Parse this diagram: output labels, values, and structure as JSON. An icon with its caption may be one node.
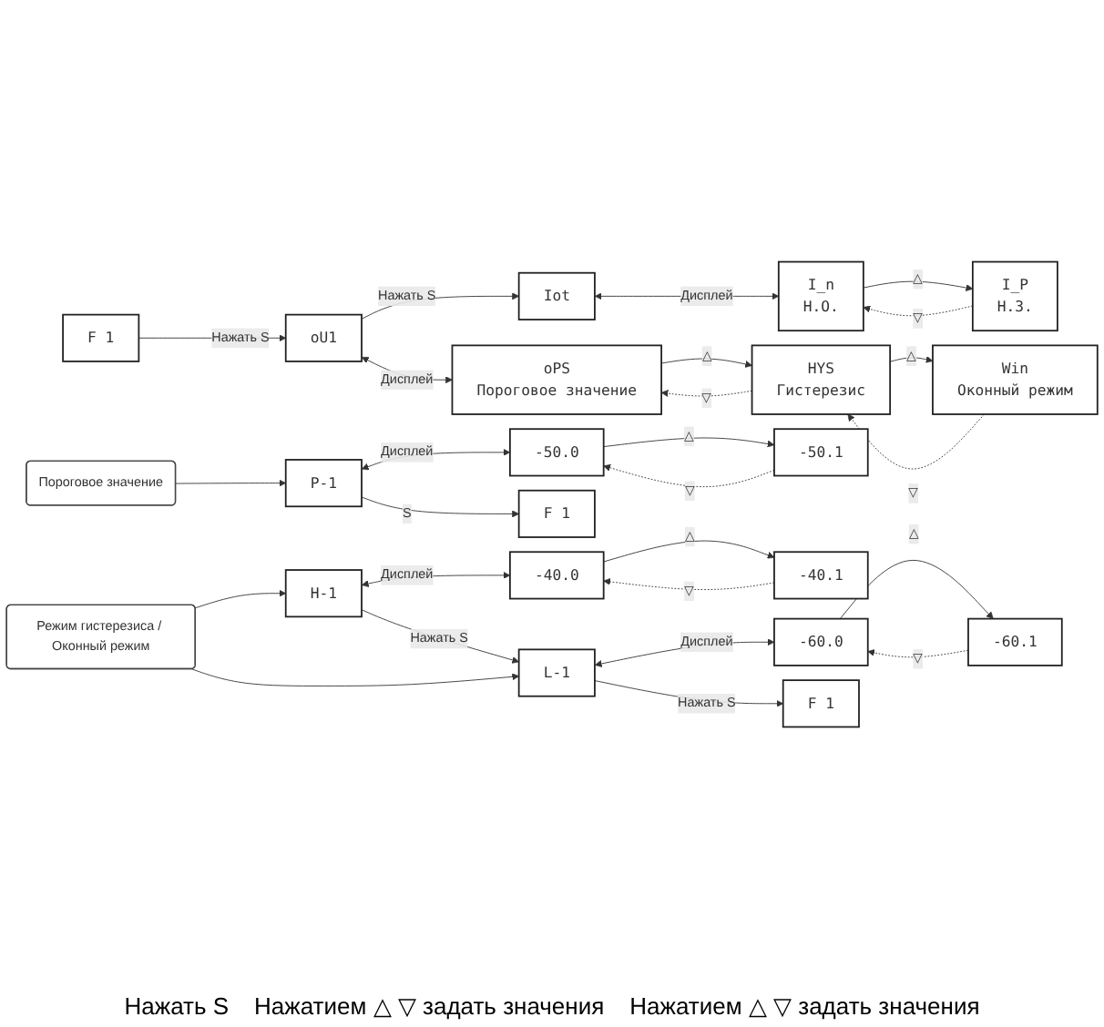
{
  "diagram": {
    "nodes": [
      {
        "text": [
          "F 1"
        ]
      },
      {
        "text": [
          "oU1"
        ]
      },
      {
        "text": [
          "oPS",
          "Пороговое значение"
        ]
      },
      {
        "text": [
          "HYS",
          "Гистерезис"
        ]
      },
      {
        "text": [
          "Win",
          "Оконный режим"
        ]
      },
      {
        "text": [
          "Iot"
        ]
      },
      {
        "text": [
          "I_n",
          "Н.О."
        ]
      },
      {
        "text": [
          "I_P",
          "Н.З."
        ]
      },
      {
        "text": [
          "Пороговое значение"
        ]
      },
      {
        "text": [
          "P-1"
        ]
      },
      {
        "text": [
          "-50.0"
        ]
      },
      {
        "text": [
          "-50.1"
        ]
      },
      {
        "text": [
          "F 1"
        ]
      },
      {
        "text": [
          "Режим гистерезиса / Оконный режим"
        ]
      },
      {
        "text": [
          "H-1"
        ]
      },
      {
        "text": [
          "-40.0"
        ]
      },
      {
        "text": [
          "-40.1"
        ]
      },
      {
        "text": [
          "L-1"
        ]
      },
      {
        "text": [
          "-60.0"
        ]
      },
      {
        "text": [
          "-60.1"
        ]
      },
      {
        "text": [
          "F 1"
        ]
      }
    ],
    "edges": [
      {
        "from": 0,
        "to": 1,
        "arrow": "to",
        "label": "Нажать S"
      },
      {
        "from": 1,
        "to": 5,
        "arrow": "to",
        "label": "Нажать S"
      },
      {
        "from": 1,
        "to": 2,
        "arrow": "both",
        "label": "Дисплей"
      },
      {
        "from": 2,
        "to": 3,
        "arrow": "to",
        "label": "△"
      },
      {
        "from": 3,
        "to": 2,
        "arrow": "to",
        "label": "▽",
        "style": "dashed"
      },
      {
        "from": 3,
        "to": 4,
        "arrow": "to",
        "label": "△"
      },
      {
        "from": 4,
        "to": 3,
        "arrow": "to",
        "label": "▽",
        "style": "dashed"
      },
      {
        "from": 5,
        "to": 6,
        "arrow": "both",
        "label": "Дисплей"
      },
      {
        "from": 6,
        "to": 7,
        "arrow": "to",
        "label": "△"
      },
      {
        "from": 7,
        "to": 6,
        "arrow": "to",
        "label": "▽",
        "style": "dashed"
      },
      {
        "from": 8,
        "to": 9,
        "arrow": "to"
      },
      {
        "from": 9,
        "to": 10,
        "arrow": "both",
        "label": "Дисплей"
      },
      {
        "from": 10,
        "to": 11,
        "arrow": "to",
        "label": "△"
      },
      {
        "from": 11,
        "to": 10,
        "arrow": "to",
        "label": "▽",
        "style": "dashed"
      },
      {
        "from": 9,
        "to": 12,
        "arrow": "to",
        "label": "S"
      },
      {
        "from": 13,
        "to": 14,
        "arrow": "to"
      },
      {
        "from": 13,
        "to": 17,
        "arrow": "to"
      },
      {
        "from": 14,
        "to": 15,
        "arrow": "both",
        "label": "Дисплей"
      },
      {
        "from": 15,
        "to": 16,
        "arrow": "to",
        "label": "△"
      },
      {
        "from": 16,
        "to": 15,
        "arrow": "to",
        "label": "▽",
        "style": "dashed"
      },
      {
        "from": 14,
        "to": 17,
        "arrow": "to",
        "label": "Нажать S"
      },
      {
        "from": 17,
        "to": 18,
        "arrow": "both",
        "label": "Дисплей"
      },
      {
        "from": 18,
        "to": 19,
        "arrow": "to",
        "label": "△"
      },
      {
        "from": 19,
        "to": 18,
        "arrow": "to",
        "label": "▽",
        "style": "dashed"
      },
      {
        "from": 17,
        "to": 20,
        "arrow": "to",
        "label": "Нажать S"
      }
    ],
    "labels": [
      "Нажать S",
      "Нажатием △ ▽ задать значения",
      "Нажатием △ ▽ задать значения"
    ]
  }
}
